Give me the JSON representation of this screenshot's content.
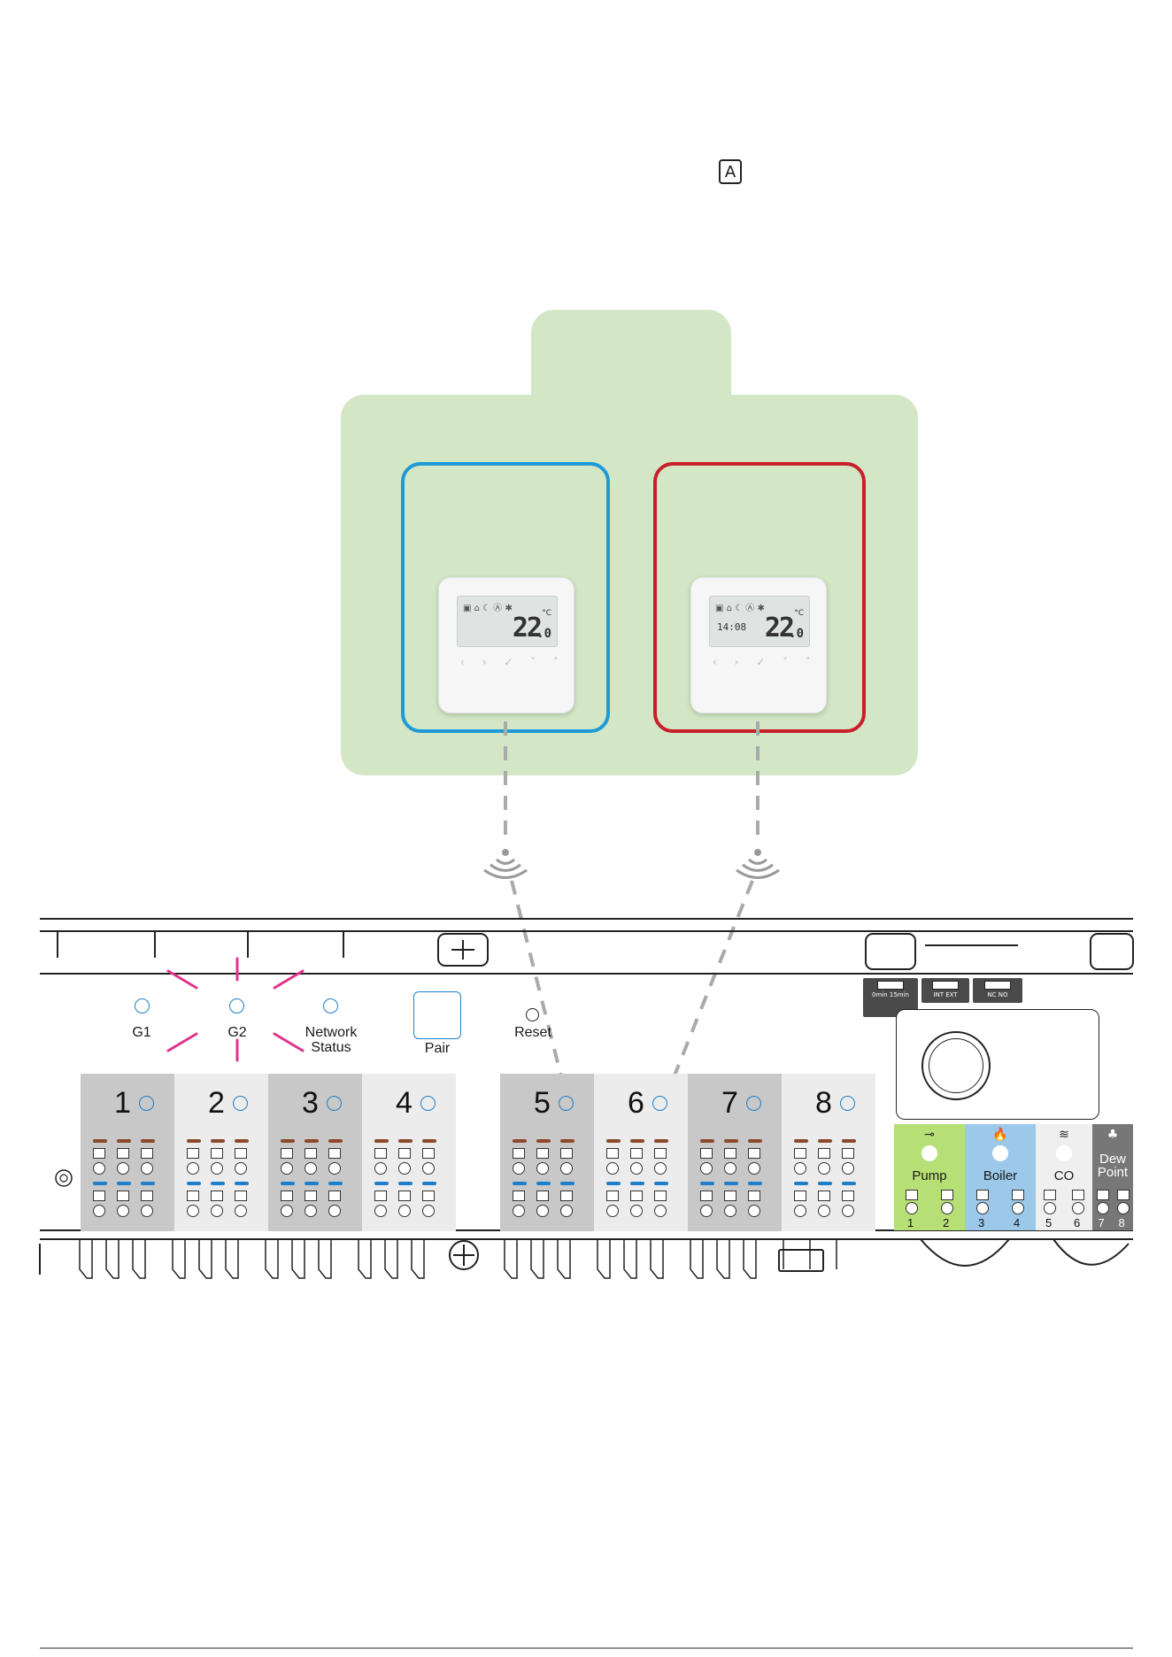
{
  "mode_indicator": {
    "letter": "A"
  },
  "controller": {
    "leds": [
      {
        "id": "g1",
        "label": "G1"
      },
      {
        "id": "g2",
        "label": "G2"
      },
      {
        "id": "network",
        "label_line1": "Network",
        "label_line2": "Status"
      }
    ],
    "pair_label": "Pair",
    "reset_label": "Reset",
    "channels": [
      {
        "number": "1"
      },
      {
        "number": "2"
      },
      {
        "number": "3"
      },
      {
        "number": "4"
      },
      {
        "number": "5"
      },
      {
        "number": "6"
      },
      {
        "number": "7"
      },
      {
        "number": "8"
      }
    ],
    "outputs": [
      {
        "label": "Pump",
        "terminals": [
          "1",
          "2"
        ],
        "color": "#b6df75"
      },
      {
        "label": "Boiler",
        "terminals": [
          "3",
          "4"
        ],
        "color": "#9cc8e9"
      },
      {
        "label": "CO",
        "terminals": [
          "5",
          "6"
        ],
        "color": "#efefef"
      },
      {
        "label_line1": "Dew",
        "label_line2": "Point",
        "terminals": [
          "7",
          "8"
        ],
        "color": "#777777"
      }
    ],
    "dip_switches": [
      {
        "text": "0min  15min"
      },
      {
        "text": "INT  EXT"
      },
      {
        "text": "NC  NO"
      }
    ]
  },
  "thermostats": [
    {
      "temperature": "22",
      "decimal": ".0",
      "unit": "°C",
      "frame_color": "#1e9ad6"
    },
    {
      "temperature": "22",
      "decimal": ".0",
      "unit": "°C",
      "clock": "14:08",
      "frame_color": "#c8202a"
    }
  ],
  "colors": {
    "zone_background": "#d3e6c6",
    "blink": "#e0338b",
    "channel_dark": "#c8c8c8",
    "channel_light": "#ececec"
  }
}
